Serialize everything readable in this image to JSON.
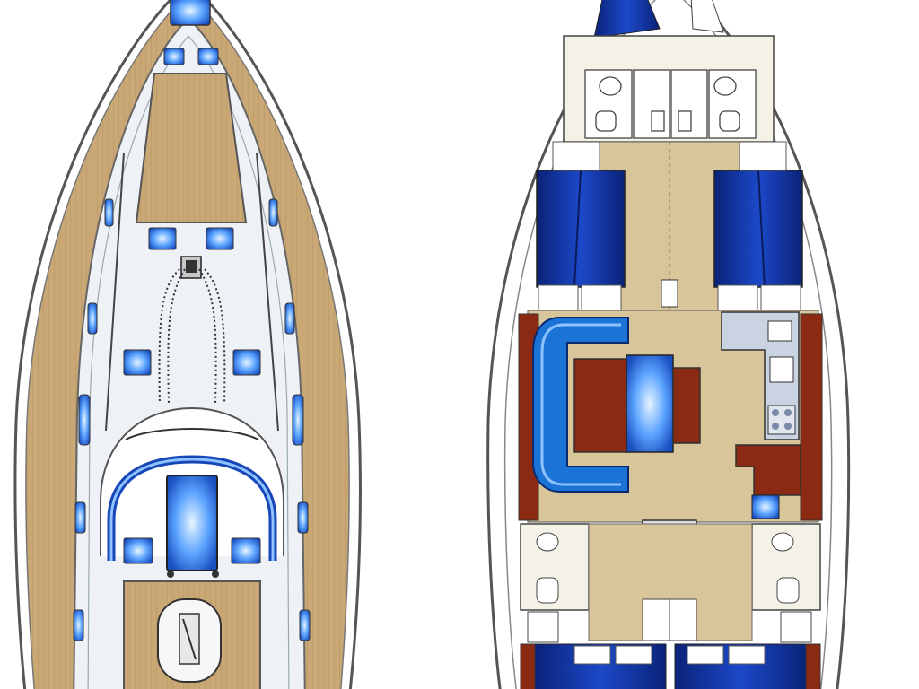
{
  "diagram": {
    "kind": "sailboat deck and interior layout",
    "views": [
      "deck-plan",
      "interior-plan"
    ]
  },
  "colors": {
    "background": "#ffffff",
    "teak": "#c9a876",
    "teak_dark": "#a98552",
    "hull_line": "#6e6e6e",
    "deck_white": "#f2f3f5",
    "hatch_blue": "#1e5fd0",
    "hatch_light": "#8fc3ff",
    "berth_navy": "#0f2c8c",
    "wood_red": "#8a2a12",
    "sofa_blue": "#1b73d6",
    "floor_beige": "#d9c59a",
    "galley_grey": "#c9d3e2"
  }
}
